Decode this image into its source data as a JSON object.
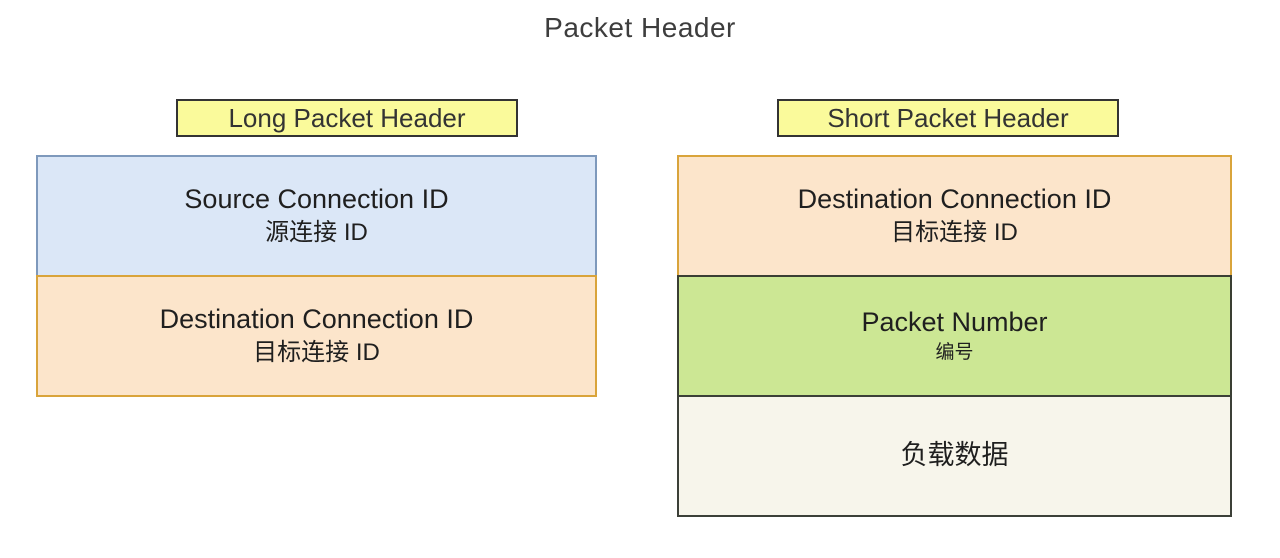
{
  "title": "Packet Header",
  "colors": {
    "label": {
      "bg": "#FAFA9B",
      "border": "#333333"
    },
    "blue": {
      "bg": "#DBE7F7",
      "border": "#7E99BC"
    },
    "orange": {
      "bg": "#FCE5CB",
      "border": "#D9A43B"
    },
    "green": {
      "bg": "#CCE794",
      "border": "#3A3F33"
    },
    "cream": {
      "bg": "#F7F5EB",
      "border": "#3C4038"
    }
  },
  "long_header": {
    "label": "Long Packet Header",
    "fields": [
      {
        "title": "Source Connection ID",
        "subtitle": "源连接 ID",
        "color": "blue"
      },
      {
        "title": "Destination Connection ID",
        "subtitle": "目标连接 ID",
        "color": "orange"
      }
    ]
  },
  "short_header": {
    "label": "Short Packet Header",
    "fields": [
      {
        "title": "Destination Connection ID",
        "subtitle": "目标连接 ID",
        "color": "orange"
      },
      {
        "title": "Packet Number",
        "subtitle": "编号",
        "color": "green"
      },
      {
        "title": "负载数据",
        "subtitle": "",
        "color": "cream"
      }
    ]
  }
}
